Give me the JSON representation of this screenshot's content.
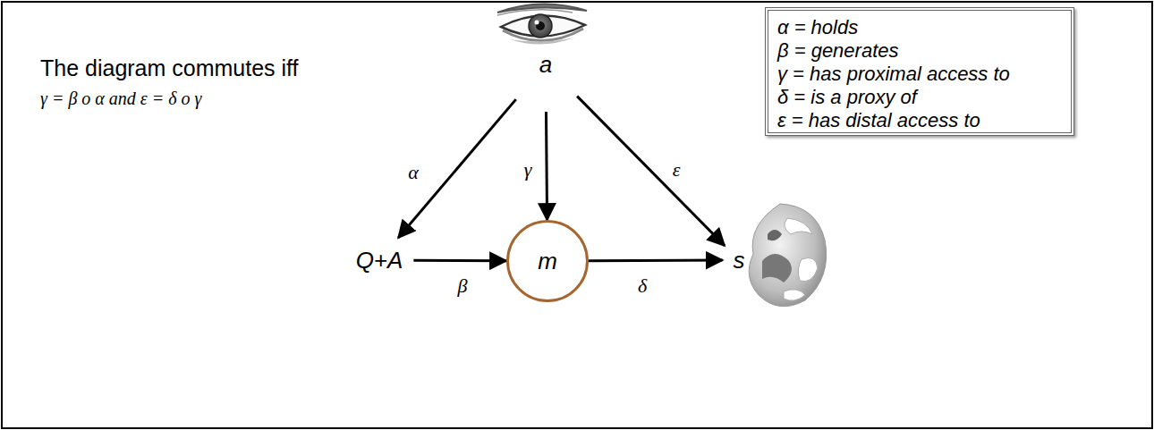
{
  "diagram": {
    "title": "The diagram commutes iff",
    "nodes": [
      {
        "text": [
          "a"
        ]
      },
      {
        "text": [
          "Q+A"
        ]
      },
      {
        "text": [
          "m"
        ]
      },
      {
        "text": [
          "s"
        ]
      }
    ],
    "edges": [
      {
        "from": 0,
        "to": 1,
        "arrow": "to",
        "label": "α"
      },
      {
        "from": 0,
        "to": 2,
        "arrow": "to",
        "label": "γ"
      },
      {
        "from": 0,
        "to": 3,
        "arrow": "to",
        "label": "ε"
      },
      {
        "from": 1,
        "to": 2,
        "arrow": "to",
        "label": "β"
      },
      {
        "from": 2,
        "to": 3,
        "arrow": "to",
        "label": "δ"
      }
    ],
    "labels": [
      "γ = β o α and ε = δ o γ",
      "α = holds",
      "β = generates",
      "γ = has proximal access to",
      "δ = is a proxy of",
      "ε = has distal access to"
    ]
  }
}
